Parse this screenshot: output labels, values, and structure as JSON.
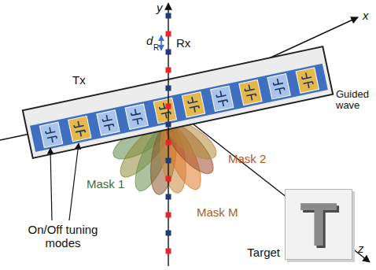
{
  "diagram": {
    "nodes": [
      {
        "text": [
          "Target",
          "T"
        ]
      }
    ],
    "labels": [
      "y",
      "d",
      "R",
      "Rx",
      "Tx",
      "x",
      "Guided wave",
      "Mask 1",
      "Mask 2",
      "Mask M",
      "On/Off tuning modes",
      "z"
    ]
  }
}
